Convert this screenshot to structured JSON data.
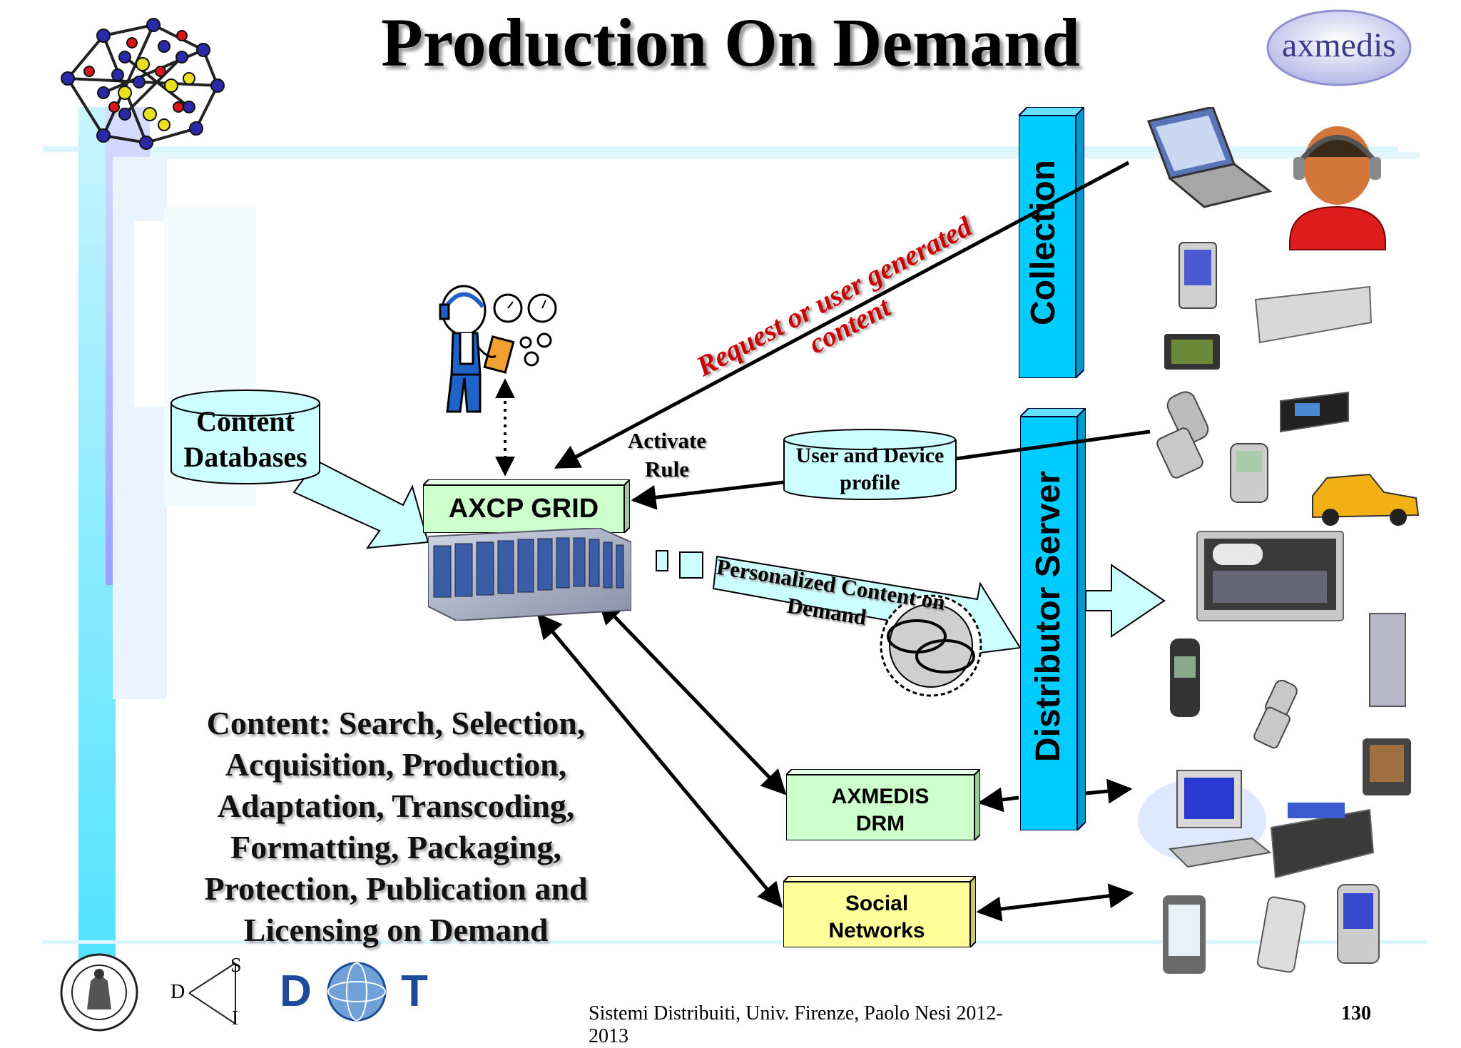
{
  "title": "Production On Demand",
  "brand_logo": "axmedis",
  "molecule_icon": "molecule-icon",
  "content_databases": "Content\nDatabases",
  "content_databases_line1": "Content",
  "content_databases_line2": "Databases",
  "axcp_grid": "AXCP GRID",
  "activate_rule_line1": "Activate",
  "activate_rule_line2": "Rule",
  "user_device_profile_line1": "User and Device",
  "user_device_profile_line2": "profile",
  "request_line1": "Request or user generated",
  "request_line2": "content",
  "personalized_line1": "Personalized Content on",
  "personalized_line2": "Demand",
  "collection": "Collection",
  "distributor_server": "Distributor Server",
  "axmedis_drm_line1": "AXMEDIS",
  "axmedis_drm_line2": "DRM",
  "social_networks_line1": "Social",
  "social_networks_line2": "Networks",
  "content_text": [
    "Content: Search, Selection,",
    "Acquisition, Production,",
    "Adaptation, Transcoding,",
    "Formatting, Packaging,",
    "Protection, Publication and",
    "Licensing on Demand"
  ],
  "footer": "Sistemi Distribuiti, Univ. Firenze, Paolo Nesi 2012-2013",
  "page_number": "130",
  "dsi_logo": {
    "d": "D",
    "s": "S",
    "i": "I"
  },
  "disit_logo": {
    "d": "D",
    "t": "T"
  },
  "colors": {
    "cyan_bar": "#00ccff",
    "light_cyan": "#ccffff",
    "grid_green": "#ccffcc",
    "social_yellow": "#ffff99",
    "request_red": "#cc0000",
    "side_lavender": "#9999ff"
  }
}
